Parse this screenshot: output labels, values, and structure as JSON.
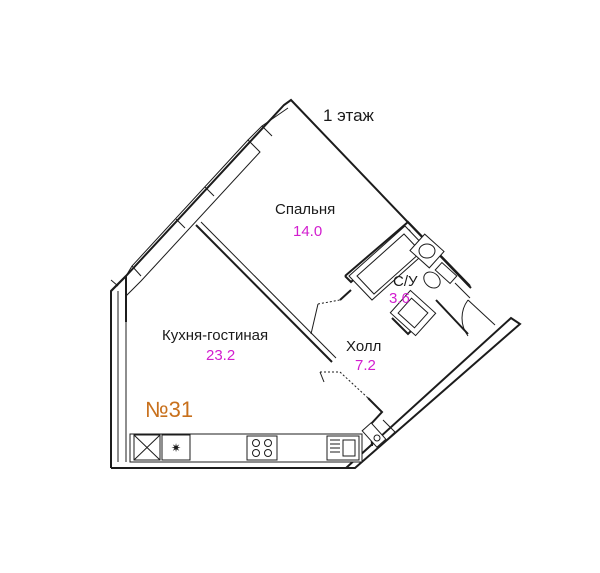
{
  "floor_label": "1 этаж",
  "apartment_number": "№31",
  "rooms": [
    {
      "name": "Спальня",
      "area": "14.0"
    },
    {
      "name": "С/У",
      "area": "3.6"
    },
    {
      "name": "Кухня-гостиная",
      "area": "23.2"
    },
    {
      "name": "Холл",
      "area": "7.2"
    }
  ],
  "fixtures": [
    "bathtub",
    "sink",
    "toilet",
    "washing-machine",
    "fridge",
    "cooktop",
    "kitchen-sink",
    "ventilation-shaft"
  ],
  "colors": {
    "walls": "#1c1c1c",
    "area_text": "#d21dcf",
    "apartment_number": "#c8701c"
  }
}
